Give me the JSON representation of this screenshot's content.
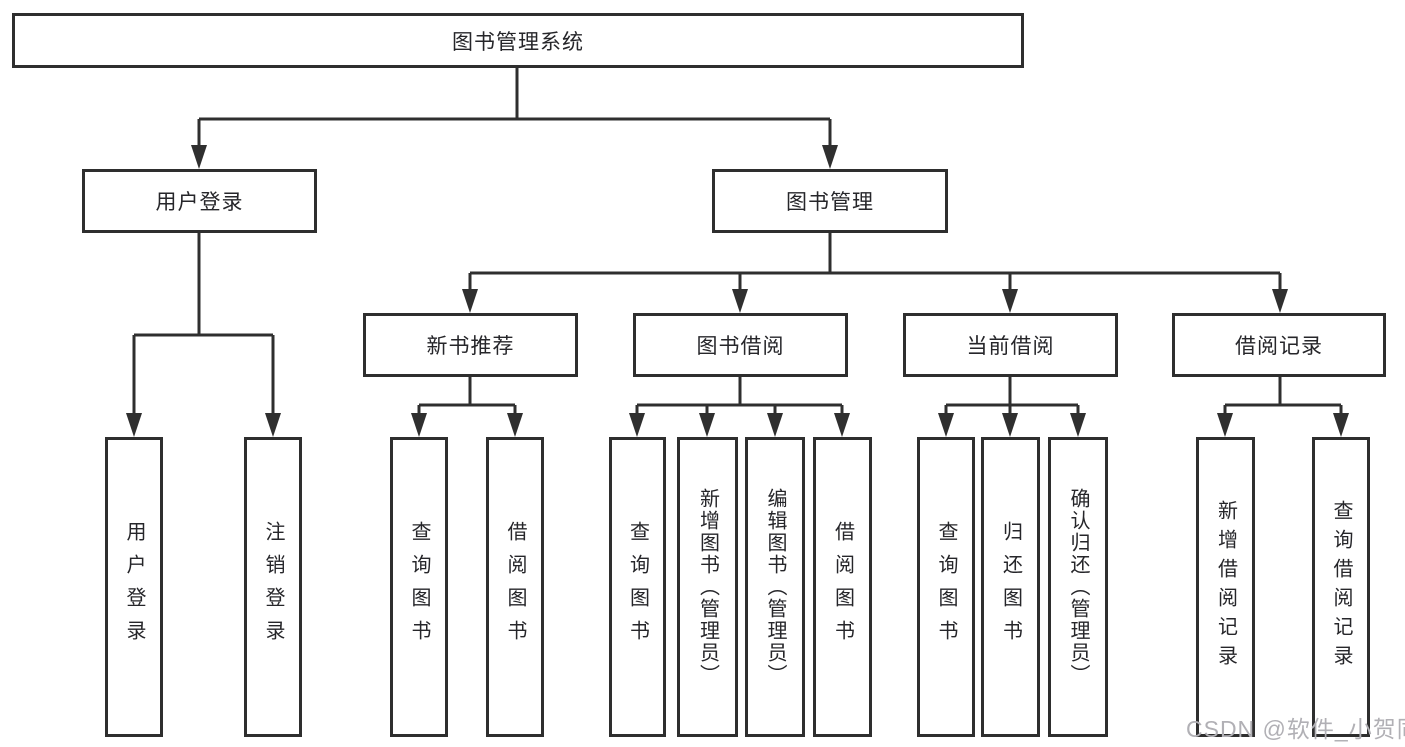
{
  "diagram": {
    "root": {
      "label": "图书管理系统"
    },
    "level2": [
      {
        "label": "用户登录"
      },
      {
        "label": "图书管理"
      }
    ],
    "level3": [
      {
        "label": "新书推荐"
      },
      {
        "label": "图书借阅"
      },
      {
        "label": "当前借阅"
      },
      {
        "label": "借阅记录"
      }
    ],
    "leaves": [
      {
        "label": "用户登录"
      },
      {
        "label": "注销登录"
      },
      {
        "label": "查询图书"
      },
      {
        "label": "借阅图书"
      },
      {
        "label": "查询图书"
      },
      {
        "label": "新增图书（管理员）"
      },
      {
        "label": "编辑图书（管理员）"
      },
      {
        "label": "借阅图书"
      },
      {
        "label": "查询图书"
      },
      {
        "label": "归还图书"
      },
      {
        "label": "确认归还（管理员）"
      },
      {
        "label": "新增借阅记录"
      },
      {
        "label": "查询借阅记录"
      }
    ]
  },
  "watermark": {
    "text": "CSDN @软件_小贺同学"
  },
  "colors": {
    "line": "#2f2f2f",
    "border": "#2e2e2e",
    "text": "#26262a",
    "background": "#ffffff",
    "watermark": "#b1b0b5"
  }
}
